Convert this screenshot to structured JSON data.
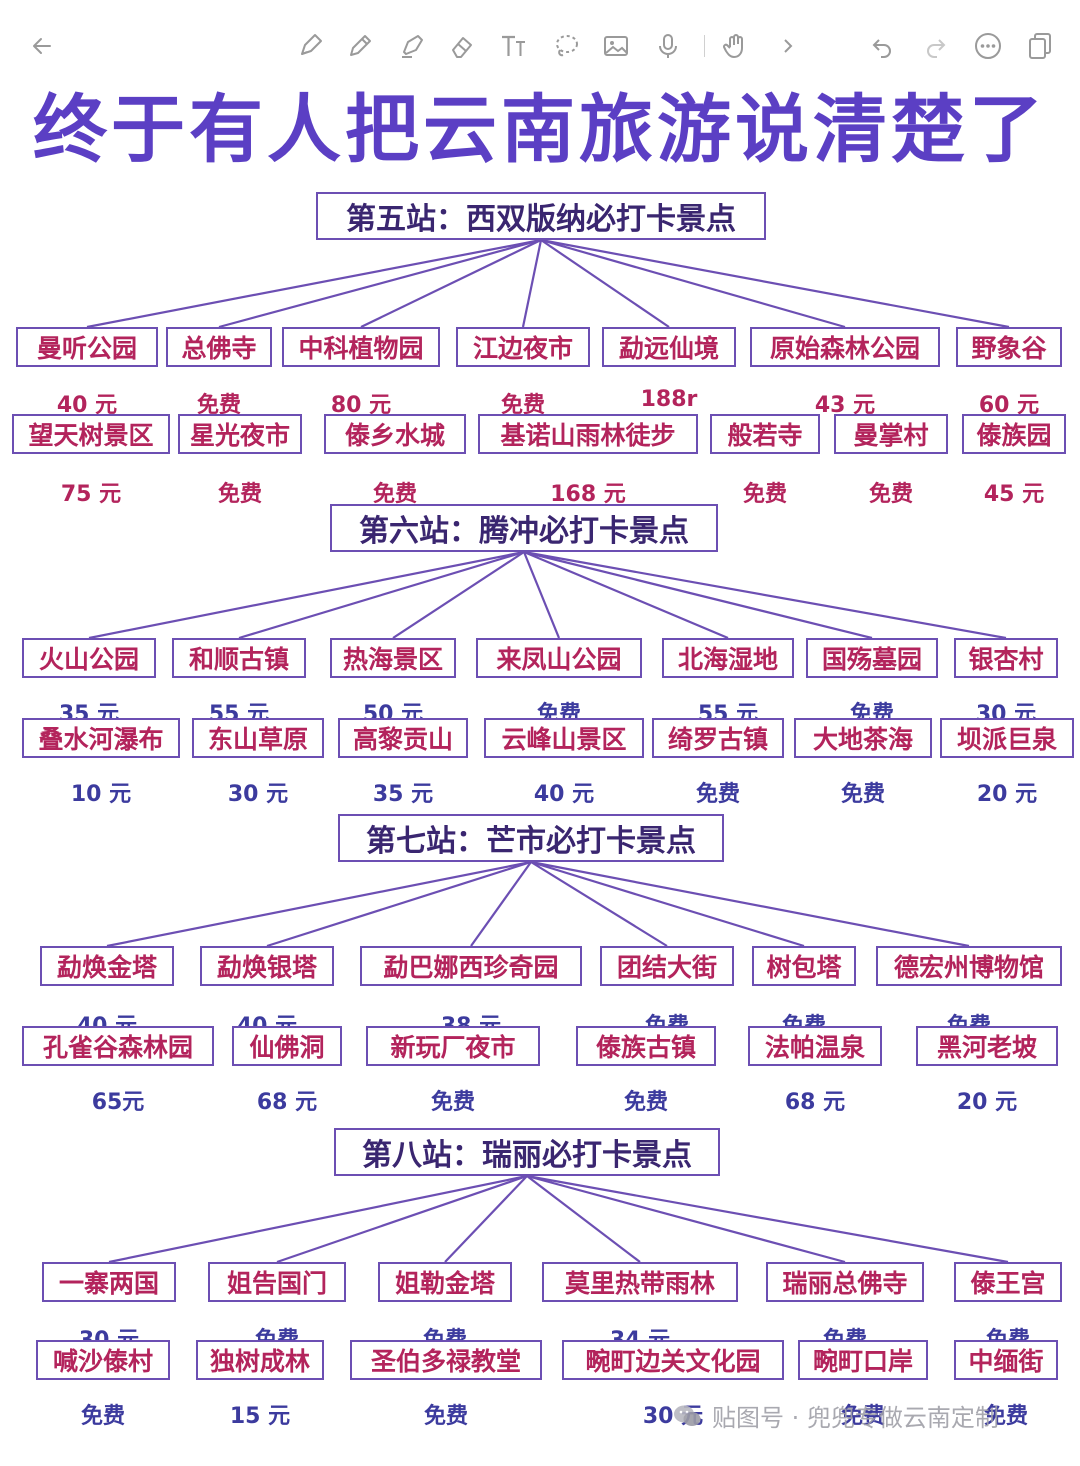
{
  "toolbar": {
    "back_icon": "back-arrow-icon",
    "tools": [
      "pen-icon",
      "pencil-icon",
      "highlighter-icon",
      "eraser-icon",
      "text-icon",
      "lasso-icon",
      "image-icon",
      "microphone-icon",
      "hand-icon",
      "chevron-right-icon"
    ],
    "right": [
      "undo-icon",
      "redo-icon",
      "more-icon",
      "pages-icon"
    ]
  },
  "title": "终于有人把云南旅游说清楚了",
  "colors": {
    "title": "#5b3fc4",
    "box_border": "#6c4fb3",
    "spot_text": "#b3245c",
    "price_red": "#b3245c",
    "price_blue": "#3c3b9e"
  },
  "sections": [
    {
      "header": "第五站：西双版纳必打卡景点",
      "rows": [
        [
          {
            "name": "曼听公园",
            "price": "40 元"
          },
          {
            "name": "总佛寺",
            "price": "免费"
          },
          {
            "name": "中科植物园",
            "price": "80 元"
          },
          {
            "name": "江边夜市",
            "price": "免费"
          },
          {
            "name": "勐远仙境",
            "price": "188r"
          },
          {
            "name": "原始森林公园",
            "price": "43 元"
          },
          {
            "name": "野象谷",
            "price": "60 元"
          }
        ],
        [
          {
            "name": "望天树景区",
            "price": "75 元"
          },
          {
            "name": "星光夜市",
            "price": "免费"
          },
          {
            "name": "傣乡水城",
            "price": "免费"
          },
          {
            "name": "基诺山雨林徒步",
            "price": "168 元"
          },
          {
            "name": "般若寺",
            "price": "免费"
          },
          {
            "name": "曼掌村",
            "price": "免费"
          },
          {
            "name": "傣族园",
            "price": "45 元"
          }
        ]
      ]
    },
    {
      "header": "第六站：腾冲必打卡景点",
      "rows": [
        [
          {
            "name": "火山公园",
            "price": "35 元"
          },
          {
            "name": "和顺古镇",
            "price": "55 元"
          },
          {
            "name": "热海景区",
            "price": "50 元"
          },
          {
            "name": "来凤山公园",
            "price": "免费"
          },
          {
            "name": "北海湿地",
            "price": "55 元"
          },
          {
            "name": "国殇墓园",
            "price": "免费"
          },
          {
            "name": "银杏村",
            "price": "30 元"
          }
        ],
        [
          {
            "name": "叠水河瀑布",
            "price": "10 元"
          },
          {
            "name": "东山草原",
            "price": "30 元"
          },
          {
            "name": "高黎贡山",
            "price": "35 元"
          },
          {
            "name": "云峰山景区",
            "price": "40 元"
          },
          {
            "name": "绮罗古镇",
            "price": "免费"
          },
          {
            "name": "大地茶海",
            "price": "免费"
          },
          {
            "name": "坝派巨泉",
            "price": "20 元"
          }
        ]
      ]
    },
    {
      "header": "第七站：芒市必打卡景点",
      "rows": [
        [
          {
            "name": "勐焕金塔",
            "price": "40 元"
          },
          {
            "name": "勐焕银塔",
            "price": "40 元"
          },
          {
            "name": "勐巴娜西珍奇园",
            "price": "38 元"
          },
          {
            "name": "团结大街",
            "price": "免费"
          },
          {
            "name": "树包塔",
            "price": "免费"
          },
          {
            "name": "德宏州博物馆",
            "price": "免费"
          }
        ],
        [
          {
            "name": "孔雀谷森林园",
            "price": "65元"
          },
          {
            "name": "仙佛洞",
            "price": "68 元"
          },
          {
            "name": "新玩厂夜市",
            "price": "免费"
          },
          {
            "name": "傣族古镇",
            "price": "免费"
          },
          {
            "name": "法帕温泉",
            "price": "68 元"
          },
          {
            "name": "黑河老坡",
            "price": "20 元"
          }
        ]
      ]
    },
    {
      "header": "第八站：瑞丽必打卡景点",
      "rows": [
        [
          {
            "name": "一寨两国",
            "price": "30 元"
          },
          {
            "name": "姐告国门",
            "price": "免费"
          },
          {
            "name": "姐勒金塔",
            "price": "免费"
          },
          {
            "name": "莫里热带雨林",
            "price": "34 元"
          },
          {
            "name": "瑞丽总佛寺",
            "price": "免费"
          },
          {
            "name": "傣王宫",
            "price": "免费"
          }
        ],
        [
          {
            "name": "喊沙傣村",
            "price": "免费"
          },
          {
            "name": "独树成林",
            "price": "15 元"
          },
          {
            "name": "圣伯多禄教堂",
            "price": "免费"
          },
          {
            "name": "畹町边关文化园",
            "price": "30 元"
          },
          {
            "name": "畹町口岸",
            "price": "免费"
          },
          {
            "name": "中缅街",
            "price": "免费"
          }
        ]
      ]
    }
  ],
  "watermark": "贴图号 · 兜兜专做云南定制"
}
